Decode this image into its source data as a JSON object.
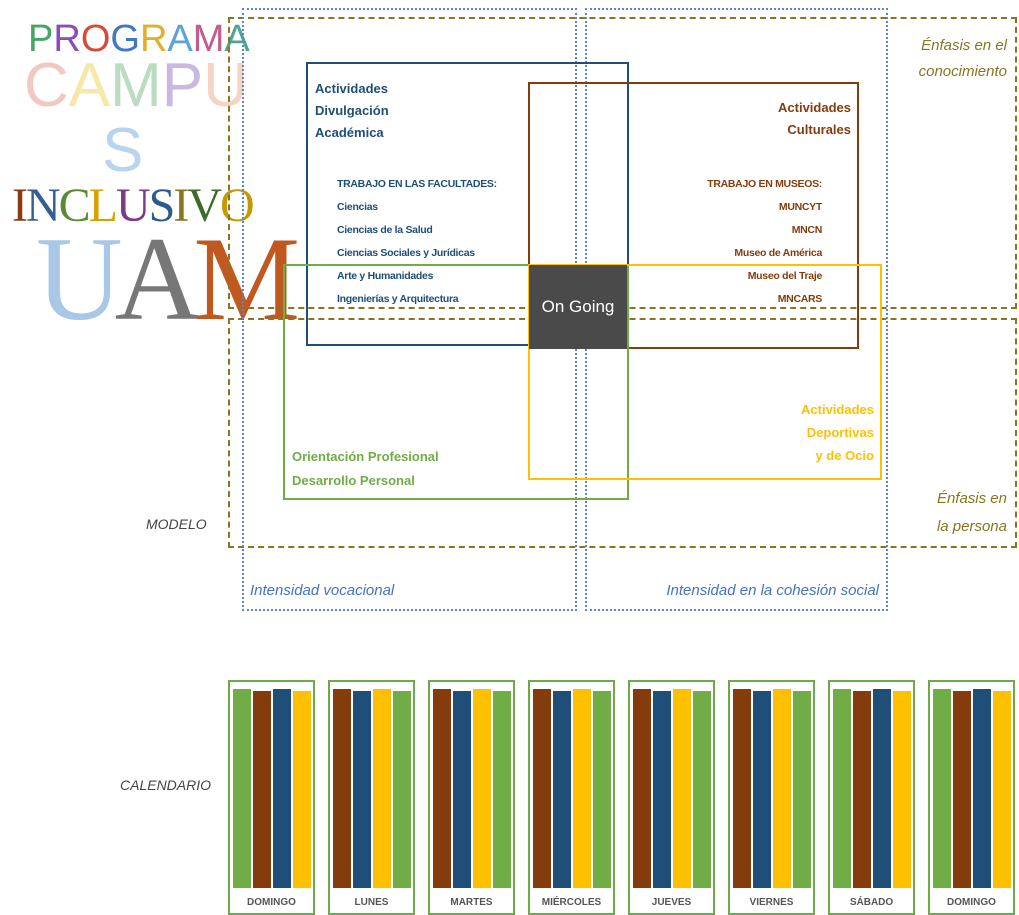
{
  "logo": {
    "word1": [
      "P",
      "R",
      "O",
      "G",
      "R",
      "A",
      "M",
      "A"
    ],
    "word1_colors": [
      "#4aa564",
      "#8b4cb4",
      "#d84b3a",
      "#3d7ac3",
      "#e0b02a",
      "#5aa4d8",
      "#c55a8f",
      "#4da58f"
    ],
    "word2": [
      "C",
      "A",
      "M",
      "P",
      "U",
      "S"
    ],
    "word2_colors": [
      "#f2c9c0",
      "#f7e7a8",
      "#bcdcc2",
      "#c9b9e1",
      "#f5d4c4",
      "#b8d4ee"
    ],
    "word3": [
      "I",
      "N",
      "C",
      "L",
      "U",
      "S",
      "I",
      "V",
      "O"
    ],
    "word3_colors": [
      "#8b3b10",
      "#355f8e",
      "#5b8a34",
      "#d9a100",
      "#7a3b8a",
      "#2b5b8c",
      "#8a7420",
      "#3d6b2a",
      "#c49a00"
    ],
    "word4": [
      "U",
      "A",
      "M"
    ],
    "word4_colors": [
      "#a9c8e8",
      "#777777",
      "#c0581f"
    ]
  },
  "labels": {
    "modelo": "MODELO",
    "calendario": "CALENDARIO",
    "enfasis_conocimiento": [
      "Énfasis en el",
      "conocimiento"
    ],
    "enfasis_persona": [
      "Énfasis en",
      "la persona"
    ],
    "intensidad_vocacional": "Intensidad vocacional",
    "intensidad_cohesion": "Intensidad en la cohesión social",
    "on_going": "On Going"
  },
  "academica": {
    "title": [
      "Actividades",
      "Divulgación",
      "Académica"
    ],
    "heading": "TRABAJO EN LAS FACULTADES:",
    "items": [
      "Ciencias",
      "Ciencias de la Salud",
      "Ciencias Sociales y Jurídicas",
      "Arte y Humanidades",
      "Ingenierías y Arquitectura"
    ]
  },
  "culturales": {
    "title": [
      "Actividades",
      "Culturales"
    ],
    "heading": "TRABAJO EN MUSEOS:",
    "items": [
      "MUNCYT",
      "MNCN",
      "Museo de América",
      "Museo del Traje",
      "MNCARS"
    ]
  },
  "deportivas": {
    "title": [
      "Actividades",
      "Deportivas",
      "y de Ocio"
    ]
  },
  "orientacion": {
    "title": [
      "Orientación Profesional",
      "Desarrollo Personal"
    ]
  },
  "colors": {
    "blue": "#1f4e79",
    "brown": "#843c0c",
    "green": "#70ad47",
    "yellow": "#ffc000",
    "gold_dash": "#8a7420",
    "dot_blue": "#5b86d6",
    "ongoing_bg": "#4a4a4a"
  },
  "calendar": [
    {
      "label": "DOMINGO",
      "bars": [
        "green",
        "brown",
        "blue",
        "yellow"
      ]
    },
    {
      "label": "LUNES",
      "bars": [
        "brown",
        "blue",
        "yellow",
        "green"
      ]
    },
    {
      "label": "MARTES",
      "bars": [
        "brown",
        "blue",
        "yellow",
        "green"
      ]
    },
    {
      "label": "MIÉRCOLES",
      "bars": [
        "brown",
        "blue",
        "yellow",
        "green"
      ]
    },
    {
      "label": "JUEVES",
      "bars": [
        "brown",
        "blue",
        "yellow",
        "green"
      ]
    },
    {
      "label": "VIERNES",
      "bars": [
        "brown",
        "blue",
        "yellow",
        "green"
      ]
    },
    {
      "label": "SÁBADO",
      "bars": [
        "green",
        "brown",
        "blue",
        "yellow"
      ]
    },
    {
      "label": "DOMINGO",
      "bars": [
        "green",
        "brown",
        "blue",
        "yellow"
      ]
    }
  ]
}
